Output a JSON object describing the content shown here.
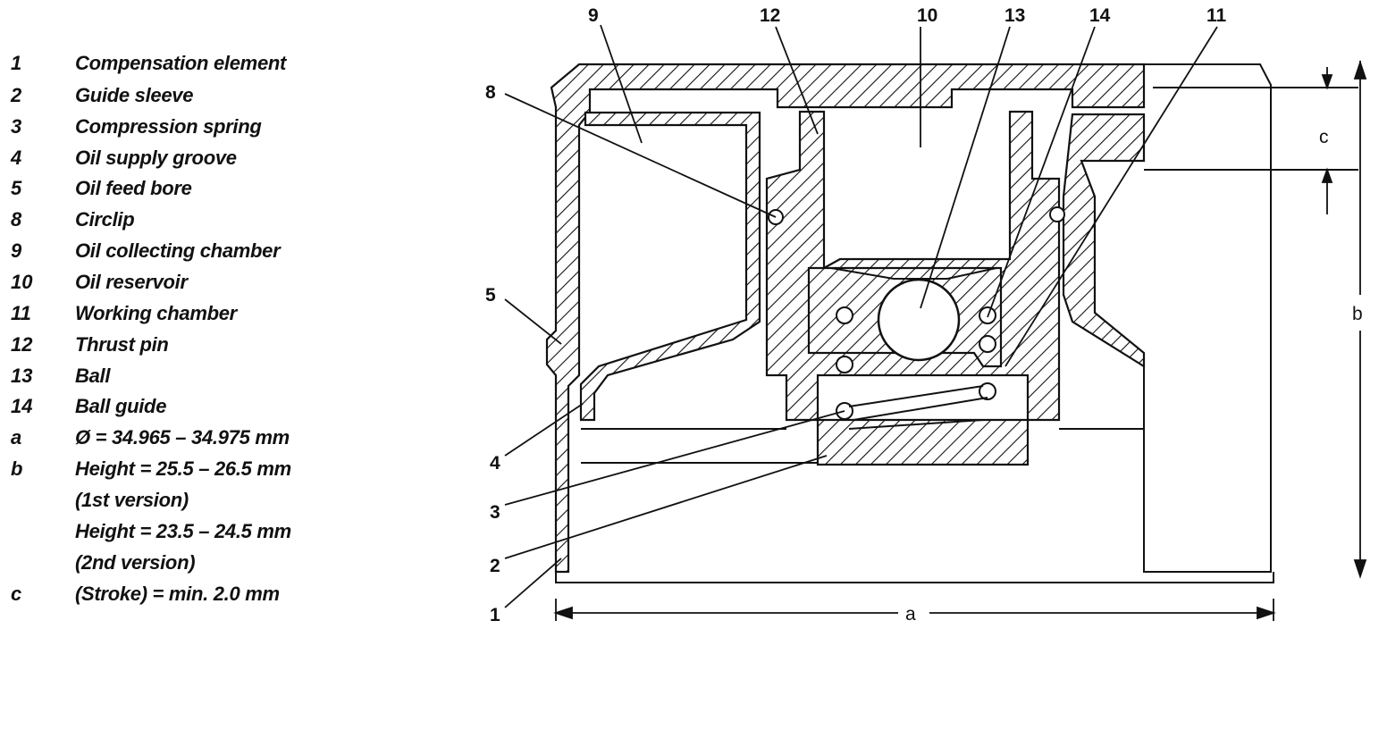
{
  "legend": [
    {
      "key": "1",
      "text": "Compensation element"
    },
    {
      "key": "2",
      "text": "Guide sleeve"
    },
    {
      "key": "3",
      "text": "Compression spring"
    },
    {
      "key": "4",
      "text": "Oil supply groove"
    },
    {
      "key": "5",
      "text": "Oil feed bore"
    },
    {
      "key": "8",
      "text": "Circlip"
    },
    {
      "key": "9",
      "text": "Oil collecting chamber"
    },
    {
      "key": "10",
      "text": "Oil reservoir"
    },
    {
      "key": "11",
      "text": "Working chamber"
    },
    {
      "key": "12",
      "text": "Thrust pin"
    },
    {
      "key": "13",
      "text": "Ball"
    },
    {
      "key": "14",
      "text": "Ball guide"
    },
    {
      "key": "a",
      "text": "Ø = 34.965 – 34.975 mm"
    },
    {
      "key": "b",
      "text": "Height = 25.5 – 26.5 mm"
    },
    {
      "key": "",
      "text": "(1st version)"
    },
    {
      "key": "",
      "text": "Height = 23.5 – 24.5 mm"
    },
    {
      "key": "",
      "text": "(2nd version)"
    },
    {
      "key": "c",
      "text": "(Stroke) = min. 2.0 mm"
    }
  ],
  "callouts": {
    "n9": "9",
    "n12": "12",
    "n10": "10",
    "n13": "13",
    "n14": "14",
    "n11": "11",
    "n8": "8",
    "n5": "5",
    "n4": "4",
    "n3": "3",
    "n2": "2",
    "n1": "1"
  },
  "dimensions": {
    "a": "a",
    "b": "b",
    "c": "c"
  }
}
